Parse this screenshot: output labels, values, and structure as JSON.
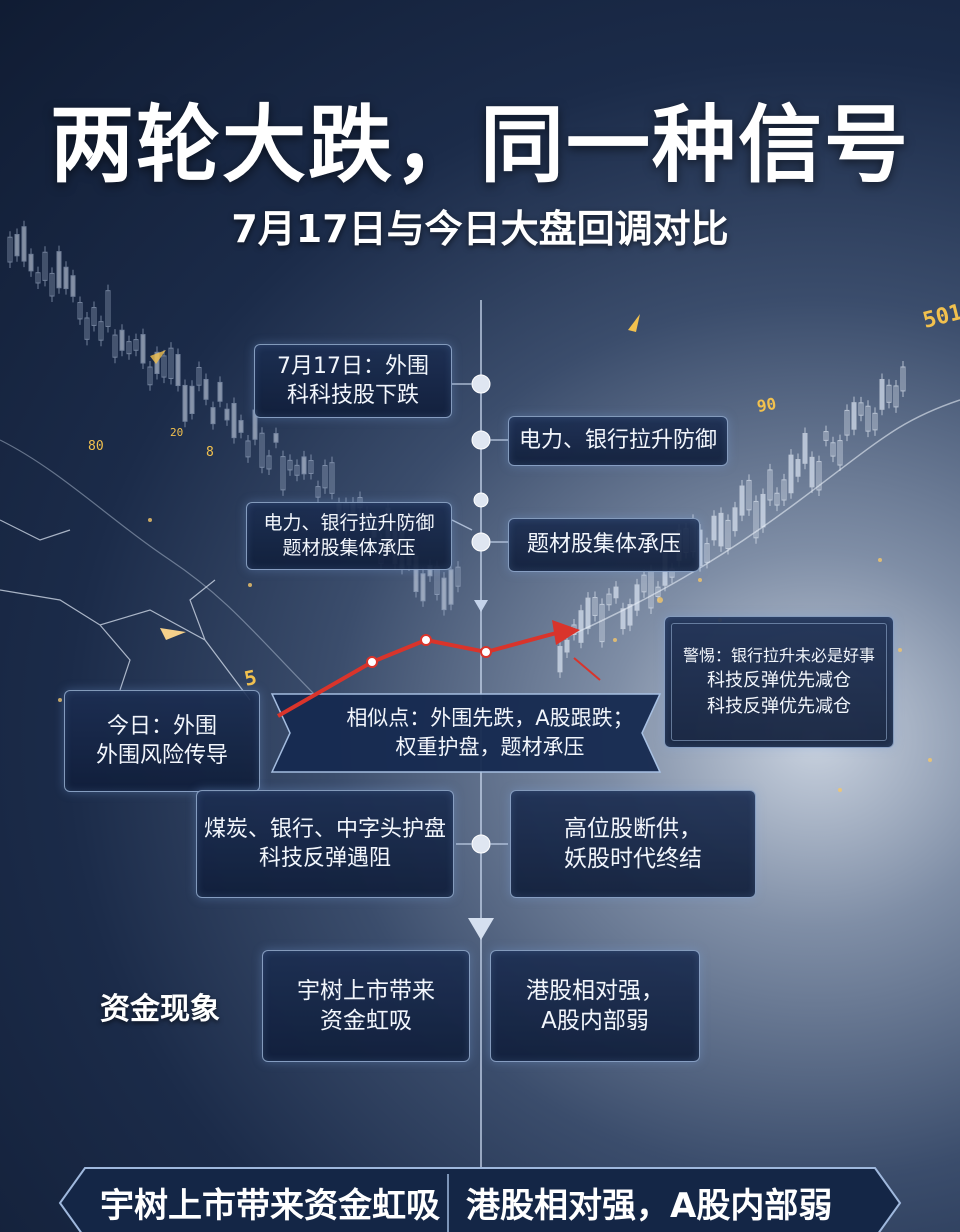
{
  "header": {
    "title": "两轮大跌，同一种信号",
    "subtitle": "7月17日与今日大盘回调对比"
  },
  "timeline_top": {
    "jul17": [
      "7月17日：外围",
      "科科技股下跌"
    ],
    "right_1": "电力、银行拉升防御",
    "left_2": [
      "电力、银行拉升防御",
      "题材股集体承压"
    ],
    "right_2": "题材股集体承压"
  },
  "warning": [
    "警惕：银行拉升未必是好事",
    "科技反弹优先减仓",
    "科技反弹优先减仓"
  ],
  "today": [
    "今日：外围",
    "外围风险传导"
  ],
  "similarity": [
    "相似点：外围先跌，A股跟跌；",
    "权重护盘，题材承压"
  ],
  "timeline_bottom": {
    "left": [
      "煤炭、银行、中字头护盘",
      "科技反弹遇阻"
    ],
    "right": [
      "高位股断供，",
      "妖股时代终结"
    ]
  },
  "funds": {
    "label": "资金现象",
    "box_1": [
      "宇树上市带来",
      "资金虹吸"
    ],
    "box_2": [
      "港股相对强，",
      "A股内部弱"
    ]
  },
  "banner": {
    "left": "宇树上市带来资金虹吸",
    "right": "港股相对强，A股内部弱"
  },
  "decor": {
    "ticker_1": "501",
    "ticker_2": "90",
    "ticker_3": "80",
    "ticker_4": "5",
    "ticker_5": "20",
    "ticker_6": "8"
  },
  "colors": {
    "trend_arrow": "#d9342b",
    "box_border": "#aac3e6",
    "ticker_gold": "#f2c14e"
  }
}
